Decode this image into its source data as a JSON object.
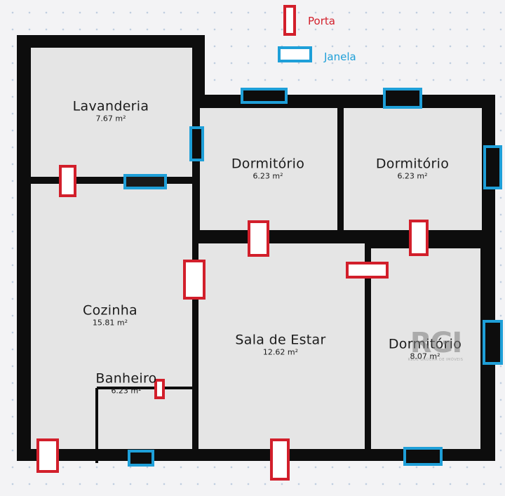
{
  "legend": {
    "door_label": "Porta",
    "window_label": "Janela",
    "door_color": "#d21f2b",
    "window_color": "#1e9fd8"
  },
  "rooms": {
    "lavanderia": {
      "name": "Lavanderia",
      "area": "7.67 m²"
    },
    "dormitorio_1": {
      "name": "Dormitório",
      "area": "6.23 m²"
    },
    "dormitorio_2": {
      "name": "Dormitório",
      "area": "6.23 m²"
    },
    "cozinha": {
      "name": "Cozinha",
      "area": "15.81 m²"
    },
    "sala_estar": {
      "name": "Sala de Estar",
      "area": "12.62 m²"
    },
    "dormitorio_3": {
      "name": "Dormitório",
      "area": "8.07 m²"
    },
    "banheiro": {
      "name": "Banheiro",
      "area": "6.23 m²"
    }
  },
  "watermark": {
    "logo": "RGI",
    "subtitle": "REDE GAÚCHA DE IMÓVEIS"
  },
  "colors": {
    "wall": "#0d0d0d",
    "floor": "#e5e5e5",
    "background": "#f3f3f5"
  }
}
